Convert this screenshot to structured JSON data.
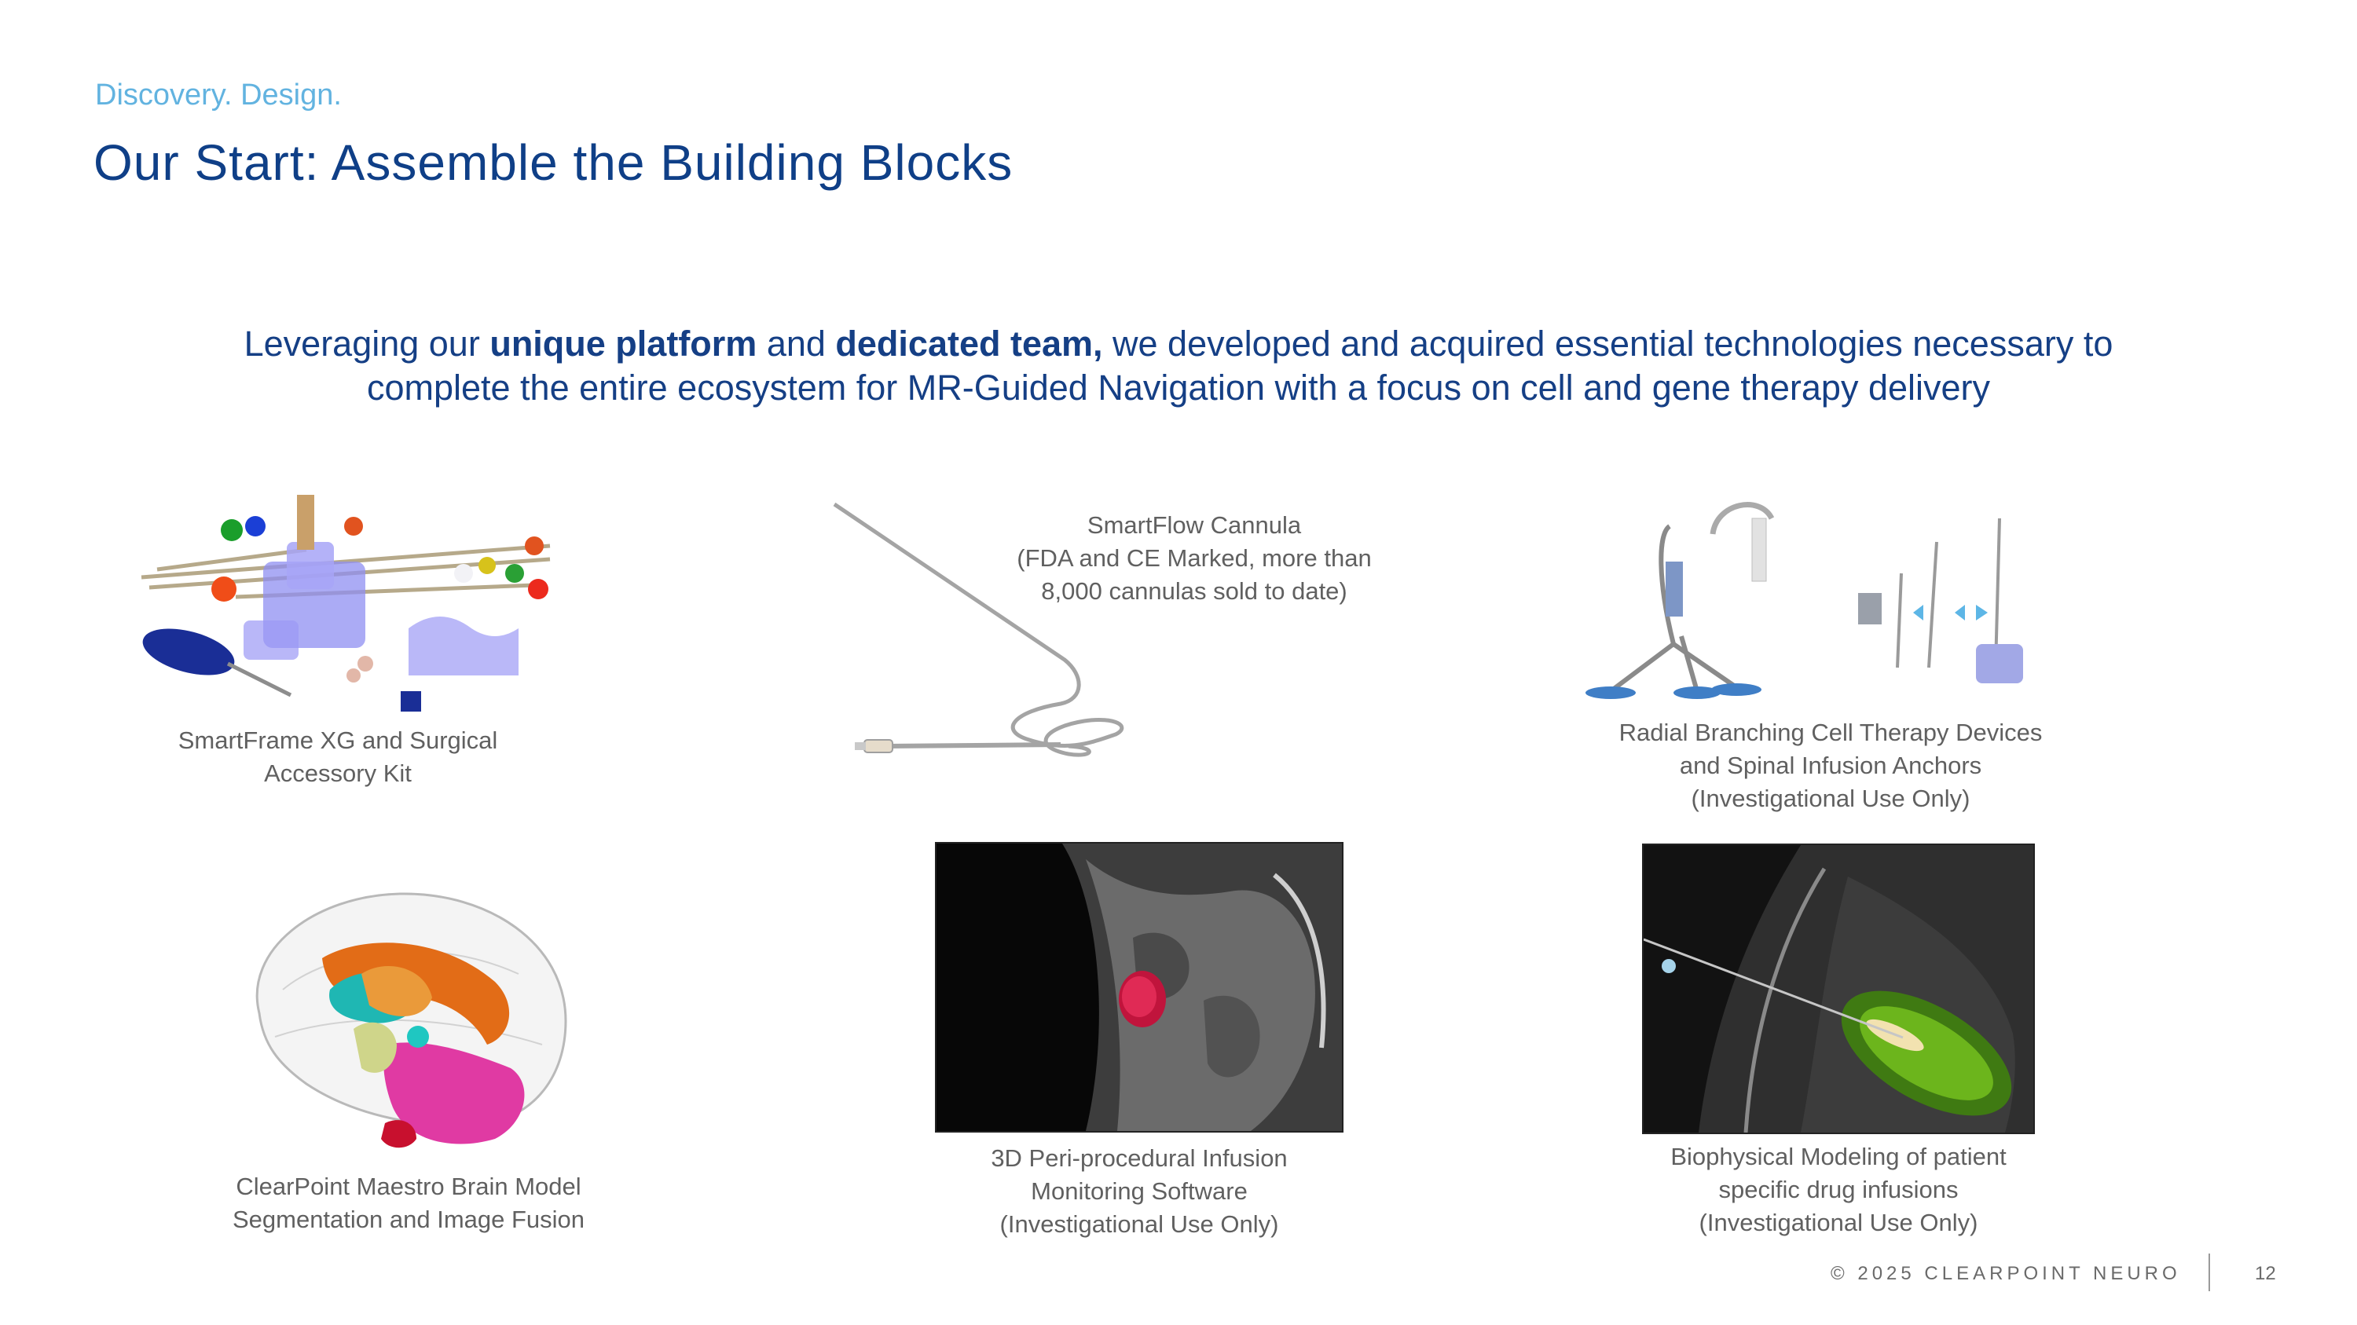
{
  "header": {
    "eyebrow": "Discovery. Design.",
    "title": "Our Start: Assemble the Building Blocks"
  },
  "intro": {
    "part1": "Leveraging our ",
    "bold1": "unique platform",
    "part2": " and ",
    "bold2": "dedicated team,",
    "part3": " we developed and acquired essential technologies necessary to",
    "line2": "complete the entire ecosystem for MR-Guided Navigation with a focus on cell and gene therapy delivery"
  },
  "items": [
    {
      "lines": [
        "SmartFrame XG and Surgical",
        "Accessory Kit"
      ]
    },
    {
      "lines": [
        "SmartFlow Cannula",
        "(FDA and CE Marked, more than",
        "8,000 cannulas sold to date)"
      ]
    },
    {
      "lines": [
        "Radial Branching Cell Therapy Devices",
        "and Spinal Infusion Anchors",
        "(Investigational Use Only)"
      ]
    },
    {
      "lines": [
        "ClearPoint Maestro Brain Model",
        "Segmentation and Image Fusion"
      ]
    },
    {
      "lines": [
        "3D Peri-procedural Infusion",
        "Monitoring Software",
        "(Investigational Use Only)"
      ]
    },
    {
      "lines": [
        "Biophysical Modeling of patient",
        "specific drug infusions",
        "(Investigational Use Only)"
      ]
    }
  ],
  "footer": {
    "copyright": "© 2025 CLEARPOINT NEURO",
    "page_number": "12"
  }
}
